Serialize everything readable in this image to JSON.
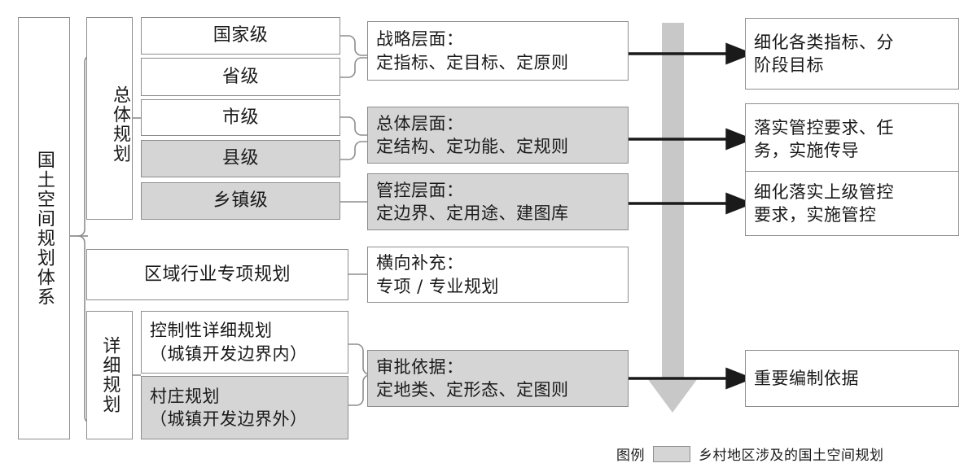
{
  "diagram": {
    "root": {
      "label": "国土空间规划体系"
    },
    "categories": [
      {
        "key": "overall",
        "label": "总体规划"
      },
      {
        "key": "detailed",
        "label": "详细规划"
      }
    ],
    "levels": [
      {
        "label": "国家级",
        "shaded": false
      },
      {
        "label": "省级",
        "shaded": false
      },
      {
        "label": "市级",
        "shaded": false
      },
      {
        "label": "县级",
        "shaded": true
      },
      {
        "label": "乡镇级",
        "shaded": true
      }
    ],
    "regional": {
      "label": "区域行业专项规划",
      "shaded": false
    },
    "detailed_items": [
      {
        "line1": "控制性详细规划",
        "line2": "（城镇开发边界内）",
        "shaded": false
      },
      {
        "line1": "村庄规划",
        "line2": "（城镇开发边界外）",
        "shaded": true
      }
    ],
    "aspects": [
      {
        "title": "战略层面：",
        "detail": "定指标、定目标、定原则",
        "shaded": false
      },
      {
        "title": "总体层面：",
        "detail": "定结构、定功能、定规则",
        "shaded": true
      },
      {
        "title": "管控层面：",
        "detail": "定边界、定用途、建图库",
        "shaded": true
      },
      {
        "title": "横向补充：",
        "detail": "专项 / 专业规划",
        "shaded": false
      },
      {
        "title": "审批依据：",
        "detail": "定地类、定形态、定图则",
        "shaded": true
      }
    ],
    "outcomes": [
      {
        "line1": "细化各类指标、分",
        "line2": "阶段目标",
        "shaded": false
      },
      {
        "line1": "落实管控要求、任",
        "line2": "务，实施传导",
        "shaded": false
      },
      {
        "line1": "细化落实上级管控",
        "line2": "要求，实施管控",
        "shaded": false
      },
      {
        "line1": "重要编制依据",
        "line2": "",
        "shaded": false
      }
    ],
    "flow_arrow": {
      "name": "downward-gradient-arrow",
      "color": "#c8c8c8"
    },
    "legend": {
      "title": "图例",
      "swatch_color": "#d5d5d5",
      "description": "乡村地区涉及的国土空间规划"
    },
    "colors": {
      "border": "#8d8d8d",
      "shaded_fill": "#d5d5d5",
      "arrow_black": "#1a1a1a",
      "text": "#1a1a1a"
    }
  }
}
